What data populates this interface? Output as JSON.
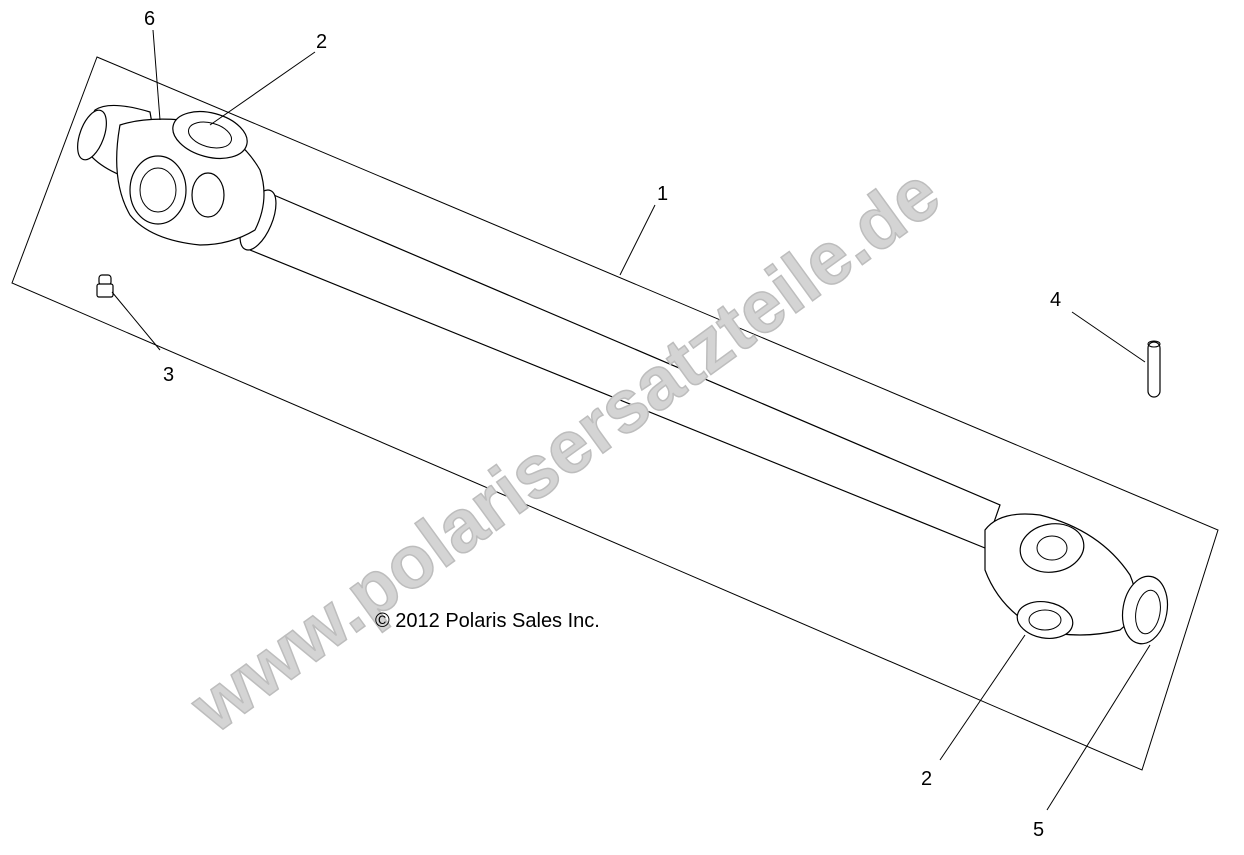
{
  "diagram": {
    "callouts": [
      {
        "id": "callout-6",
        "label": "6"
      },
      {
        "id": "callout-2-top",
        "label": "2"
      },
      {
        "id": "callout-1",
        "label": "1"
      },
      {
        "id": "callout-3",
        "label": "3"
      },
      {
        "id": "callout-4",
        "label": "4"
      },
      {
        "id": "callout-2-bottom",
        "label": "2"
      },
      {
        "id": "callout-5",
        "label": "5"
      }
    ],
    "copyright": "© 2012 Polaris Sales Inc.",
    "watermark": "www.polarisersatzteile.de",
    "colors": {
      "line": "#000000",
      "watermark": "#d4d4d4"
    }
  }
}
